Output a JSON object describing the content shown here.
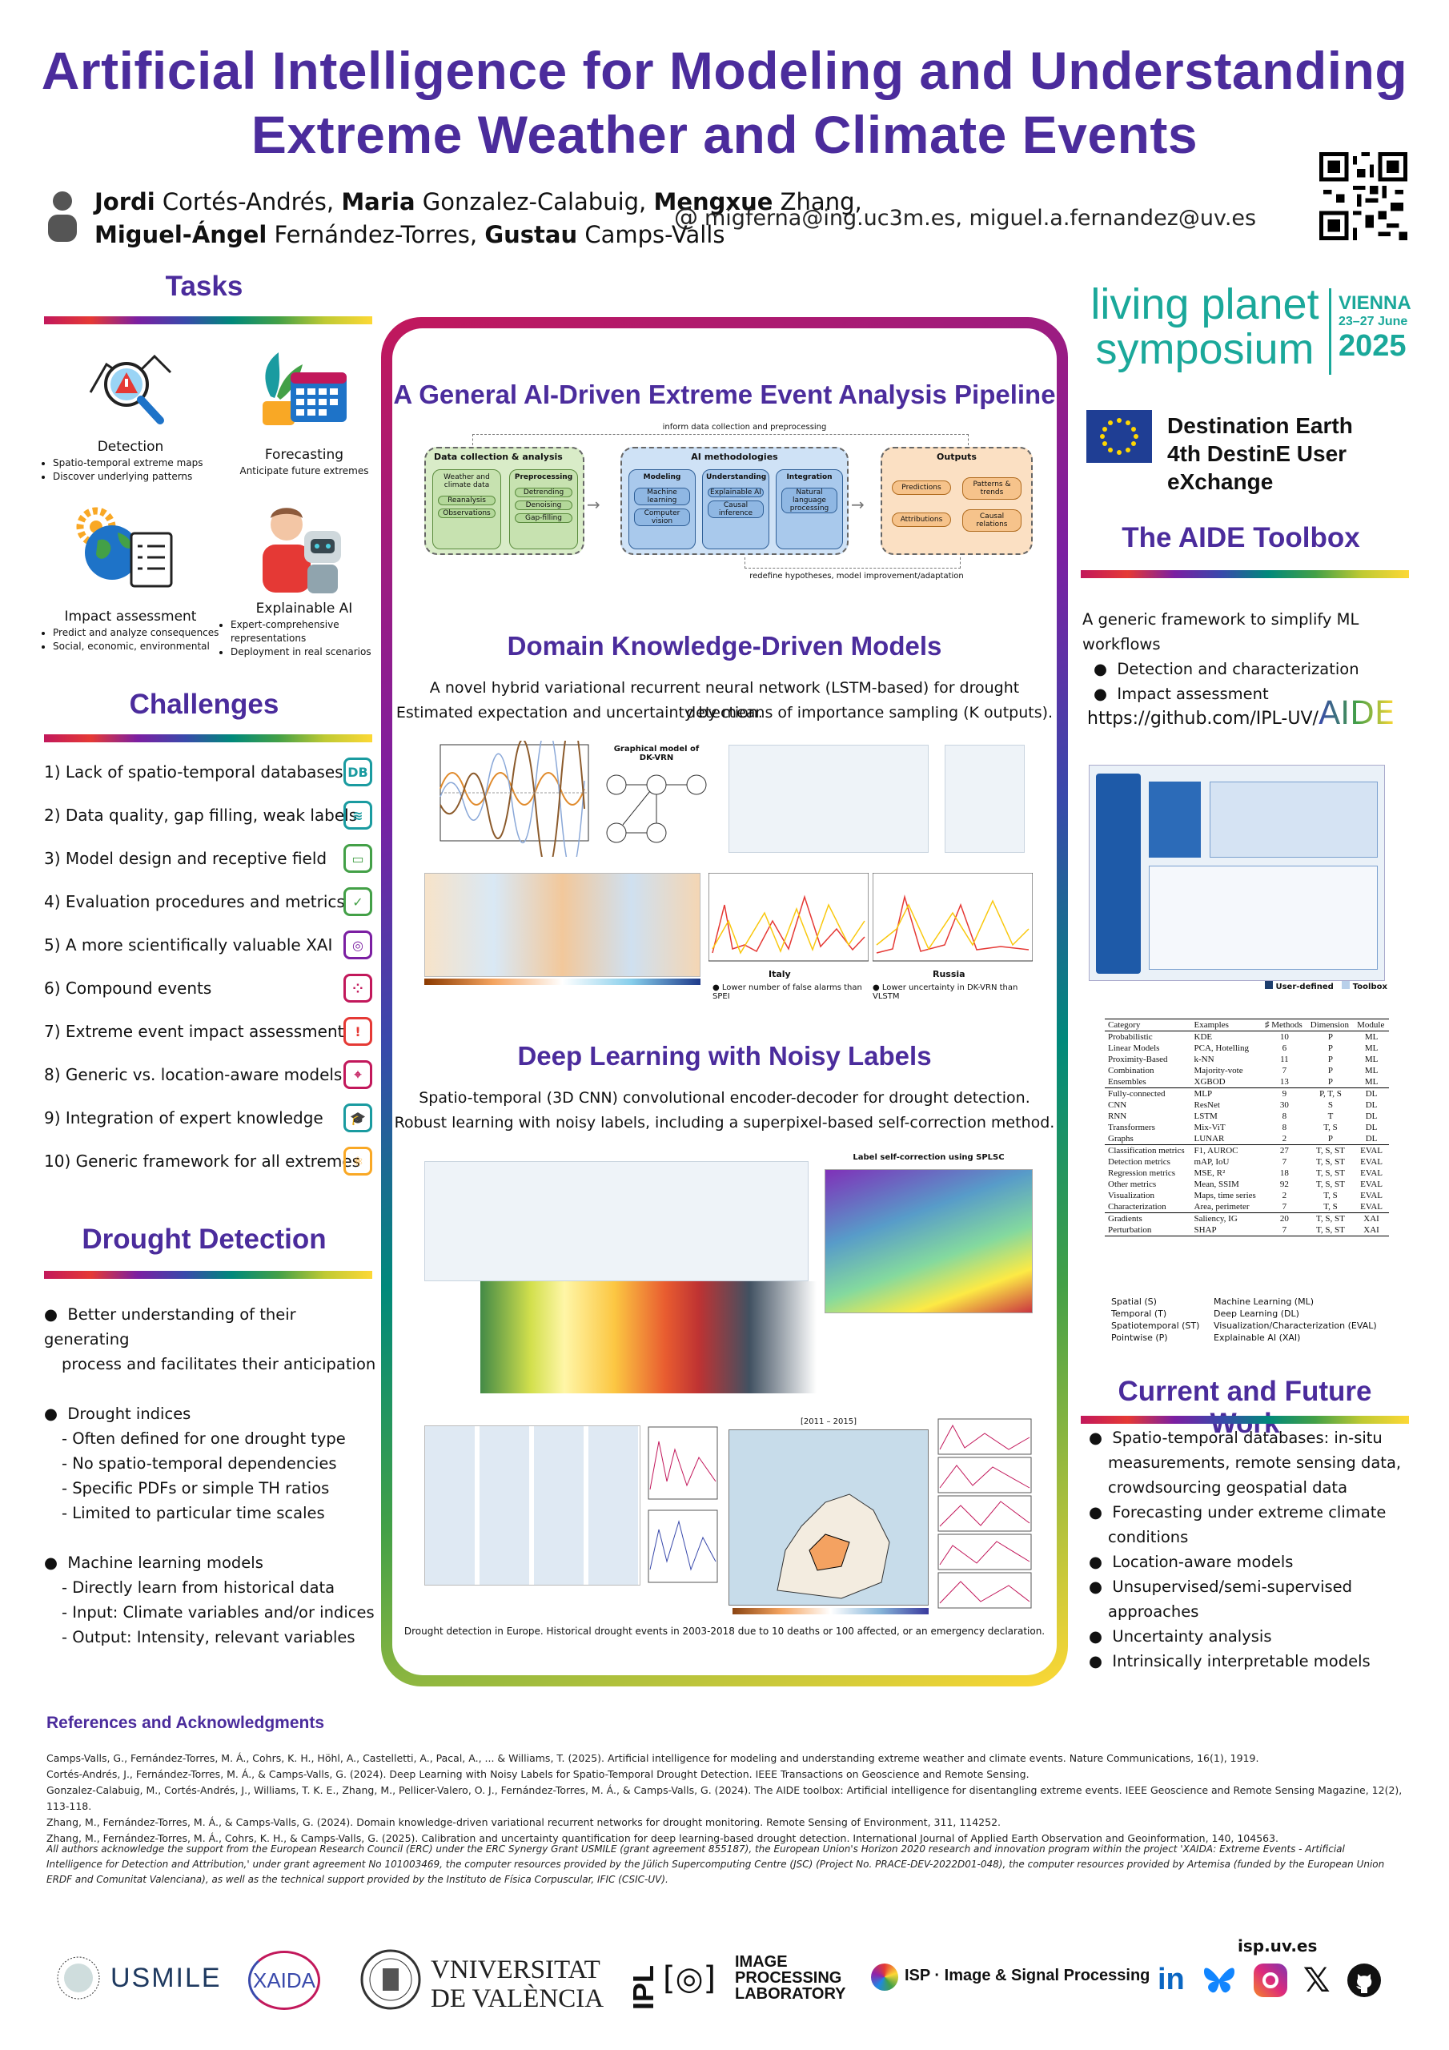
{
  "title_line1": "Artificial Intelligence for Modeling and Understanding",
  "title_line2": "Extreme Weather and Climate Events",
  "authors": {
    "a1_first": "Jordi",
    "a1_last": " Cortés-Andrés, ",
    "a2_first": "Maria",
    "a2_last": " Gonzalez-Calabuig, ",
    "a3_first": "Mengxue",
    "a3_last": " Zhang,",
    "a4_first": "Miguel-Ángel",
    "a4_last": " Fernández-Torres, ",
    "a5_first": "Gustau",
    "a5_last": " Camps-Valls"
  },
  "email": "migferna@ing.uc3m.es, miguel.a.fernandez@uv.es",
  "tasks": {
    "heading": "Tasks",
    "detection": {
      "title": "Detection",
      "b1": "Spatio-temporal extreme maps",
      "b2": "Discover underlying patterns"
    },
    "forecasting": {
      "title": "Forecasting",
      "sub": "Anticipate future extremes"
    },
    "impact": {
      "title": "Impact assessment",
      "b1": "Predict and analyze consequences",
      "b2": "Social, economic, environmental"
    },
    "xai": {
      "title": "Explainable AI",
      "b1": "Expert-comprehensive representations",
      "b2": "Deployment in real scenarios"
    }
  },
  "challenges": {
    "heading": "Challenges",
    "items": [
      {
        "label": "1) Lack of spatio-temporal databases",
        "icon": "DB",
        "color": "#1a9ba0"
      },
      {
        "label": "2) Data quality, gap filling, weak labels",
        "icon": "≋",
        "color": "#1a9ba0"
      },
      {
        "label": "3) Model design and receptive field",
        "icon": "▭",
        "color": "#43a047"
      },
      {
        "label": "4) Evaluation procedures and metrics",
        "icon": "✓",
        "color": "#43a047"
      },
      {
        "label": "5) A more scientifically valuable XAI",
        "icon": "◎",
        "color": "#7b1fa2"
      },
      {
        "label": "6) Compound events",
        "icon": "⁘",
        "color": "#c2185b"
      },
      {
        "label": "7) Extreme event impact assessment",
        "icon": "!",
        "color": "#e53935"
      },
      {
        "label": "8) Generic vs. location-aware models",
        "icon": "⌖",
        "color": "#c2185b"
      },
      {
        "label": "9) Integration of expert knowledge",
        "icon": "🎓",
        "color": "#1a9ba0"
      },
      {
        "label": "10) Generic framework for all extremes",
        "icon": "⚛",
        "color": "#f9a825"
      }
    ]
  },
  "drought": {
    "heading": "Drought Detection",
    "b1_l1": "Better understanding of their generating",
    "b1_l2": "process and facilitates their anticipation",
    "b2": "Drought indices",
    "b2_s1": "- Often defined for one drought type",
    "b2_s2": "- No spatio-temporal dependencies",
    "b2_s3": "- Specific PDFs or simple TH ratios",
    "b2_s4": "- Limited to particular time scales",
    "b3": "Machine learning models",
    "b3_s1": "- Directly learn from historical data",
    "b3_s2": "- Input: Climate variables and/or indices",
    "b3_s3": "- Output: Intensity, relevant variables"
  },
  "center": {
    "pipeline_title": "A General AI-Driven Extreme Event Analysis Pipeline",
    "pipeline": {
      "top_arrow": "inform data collection and preprocessing",
      "bottom_arrow": "redefine hypotheses, model improvement/adaptation",
      "dc_title": "Data collection & analysis",
      "wc": "Weather and climate data",
      "reanalysis": "Reanalysis",
      "observations": "Observations",
      "preproc": "Preprocessing",
      "detrending": "Detrending",
      "denoising": "Denoising",
      "gapfill": "Gap-filling",
      "ai_title": "AI methodologies",
      "modeling": "Modeling",
      "ml": "Machine learning",
      "cv": "Computer vision",
      "understanding": "Understanding",
      "xai": "Explainable AI",
      "causal": "Causal inference",
      "integration": "Integration",
      "nlp": "Natural language processing",
      "outputs": "Outputs",
      "predictions": "Predictions",
      "patterns": "Patterns & trends",
      "attributions": "Attributions",
      "relations": "Causal relations"
    },
    "dk_title": "Domain Knowledge-Driven Models",
    "dk_l1": "A novel hybrid variational recurrent neural network (LSTM-based) for drought detection.",
    "dk_l2": "Estimated expectation and uncertainty by means of importance sampling (K outputs).",
    "dk_graph_title": "Graphical model of DK-VRN",
    "dk_italy": "Italy",
    "dk_russia": "Russia",
    "dk_note1": "Lower number of false alarms than SPEI",
    "dk_note2": "Lower uncertainty in DK-VRN than VLSTM",
    "dl_title": "Deep Learning with Noisy Labels",
    "dl_l1": "Spatio-temporal (3D CNN) convolutional encoder-decoder for drought detection.",
    "dl_l2": "Robust learning with noisy labels, including a superpixel-based self-correction method.",
    "dl_splsc": "Label self-correction using SPLSC",
    "dl_years": "[2011 – 2015]",
    "caption": "Drought detection in Europe. Historical drought events in 2003-2018 due to 10 deaths or 100 affected, or an emergency declaration."
  },
  "right": {
    "lps_l1": "living planet",
    "lps_l2": "symposium",
    "vienna": "VIENNA",
    "dates": "23–27 June",
    "year": "2025",
    "destine_l1": "Destination Earth",
    "destine_l2": "4th DestinE User eXchange",
    "aide_heading": "The AIDE Toolbox",
    "aide_intro": "A generic framework to simplify ML workflows",
    "aide_b1": "Detection and characterization",
    "aide_b2": "Impact assessment",
    "aide_url": "https://github.com/IPL-UV/",
    "aide_logo": "AIDE",
    "legend_user": "User-defined",
    "legend_toolbox": "Toolbox",
    "table_head": [
      "Category",
      "Examples",
      "♯ Methods",
      "Dimension",
      "Module"
    ],
    "table_rows": [
      [
        "Probabilistic",
        "KDE",
        "10",
        "P",
        "ML"
      ],
      [
        "Linear Models",
        "PCA, Hotelling",
        "6",
        "P",
        "ML"
      ],
      [
        "Proximity-Based",
        "k-NN",
        "11",
        "P",
        "ML"
      ],
      [
        "Combination",
        "Majority-vote",
        "7",
        "P",
        "ML"
      ],
      [
        "Ensembles",
        "XGBOD",
        "13",
        "P",
        "ML"
      ],
      [
        "Fully-connected",
        "MLP",
        "9",
        "P, T, S",
        "DL"
      ],
      [
        "CNN",
        "ResNet",
        "30",
        "S",
        "DL"
      ],
      [
        "RNN",
        "LSTM",
        "8",
        "T",
        "DL"
      ],
      [
        "Transformers",
        "Mix-ViT",
        "8",
        "T, S",
        "DL"
      ],
      [
        "Graphs",
        "LUNAR",
        "2",
        "P",
        "DL"
      ],
      [
        "Classification metrics",
        "F1, AUROC",
        "27",
        "T, S, ST",
        "EVAL"
      ],
      [
        "Detection metrics",
        "mAP, IoU",
        "7",
        "T, S, ST",
        "EVAL"
      ],
      [
        "Regression metrics",
        "MSE, R²",
        "18",
        "T, S, ST",
        "EVAL"
      ],
      [
        "Other metrics",
        "Mean, SSIM",
        "92",
        "T, S, ST",
        "EVAL"
      ],
      [
        "Visualization",
        "Maps, time series",
        "2",
        "T, S",
        "EVAL"
      ],
      [
        "Characterization",
        "Area, perimeter",
        "7",
        "T, S",
        "EVAL"
      ],
      [
        "Gradients",
        "Saliency, IG",
        "20",
        "T, S, ST",
        "XAI"
      ],
      [
        "Perturbation",
        "SHAP",
        "7",
        "T, S, ST",
        "XAI"
      ]
    ],
    "abbr": {
      "spatial": "Spatial (S)",
      "temporal": "Temporal (T)",
      "spatiotemporal": "Spatiotemporal (ST)",
      "pointwise": "Pointwise (P)",
      "ml": "Machine Learning (ML)",
      "dl": "Deep Learning (DL)",
      "eval": "Visualization/Characterization (EVAL)",
      "xai": "Explainable AI (XAI)"
    },
    "future_heading": "Current and Future Work",
    "f1_l1": "Spatio-temporal databases: in-situ",
    "f1_l2": "measurements, remote sensing data,",
    "f1_l3": "crowdsourcing geospatial data",
    "f2_l1": "Forecasting under extreme climate",
    "f2_l2": "conditions",
    "f3": "Location-aware models",
    "f4_l1": "Unsupervised/semi-supervised",
    "f4_l2": "approaches",
    "f5": "Uncertainty analysis",
    "f6": "Intrinsically interpretable models"
  },
  "references": {
    "heading": "References and Acknowledgments",
    "r1": "Camps-Valls, G., Fernández-Torres, M. Á., Cohrs, K. H., Höhl, A., Castelletti, A., Pacal, A., ... & Williams, T. (2025). Artificial intelligence for modeling and understanding extreme weather and climate events. Nature Communications, 16(1), 1919.",
    "r2": "Cortés-Andrés, J., Fernández-Torres, M. Á., & Camps-Valls, G. (2024). Deep Learning with Noisy Labels for Spatio-Temporal Drought Detection. IEEE Transactions on Geoscience and Remote Sensing.",
    "r3": "Gonzalez-Calabuig, M., Cortés-Andrés, J., Williams, T. K. E., Zhang, M., Pellicer-Valero, O. J., Fernández-Torres, M. Á., & Camps-Valls, G. (2024). The AIDE toolbox: Artificial intelligence for disentangling extreme events. IEEE Geoscience and Remote Sensing Magazine, 12(2), 113-118.",
    "r4": "Zhang, M., Fernández-Torres, M. Á., & Camps-Valls, G. (2024). Domain knowledge-driven variational recurrent networks for drought monitoring. Remote Sensing of Environment, 311, 114252.",
    "r5": "Zhang, M., Fernández-Torres, M. Á., Cohrs, K. H., & Camps-Valls, G. (2025). Calibration and uncertainty quantification for deep learning-based drought detection. International Journal of Applied Earth Observation and Geoinformation, 140, 104563.",
    "ack": "All authors acknowledge the support from the European Research Council (ERC) under the ERC Synergy Grant USMILE (grant agreement 855187), the European Union's Horizon 2020 research and innovation program within the project 'XAIDA: Extreme Events - Artificial Intelligence for Detection and Attribution,' under grant agreement No 101003469, the computer resources provided by the Jülich Supercomputing Centre (JSC) (Project No. PRACE-DEV-2022D01-048), the computer resources provided by Artemisa (funded by the European Union ERDF and Comunitat Valenciana), as well as the technical support provided by the Instituto de Física Corpuscular, IFIC (CSIC-UV)."
  },
  "footer": {
    "usmile": "USMILE",
    "xaida": "XAIDA",
    "uv_l1": "VNIVERSITAT",
    "uv_l2": "DE VALÈNCIA",
    "ipl": "IPL",
    "ipl_l1": "IMAGE",
    "ipl_l2": "PROCESSING",
    "ipl_l3": "LABORATORY",
    "isp": "ISP · Image & Signal Processing",
    "site": "isp.uv.es"
  }
}
